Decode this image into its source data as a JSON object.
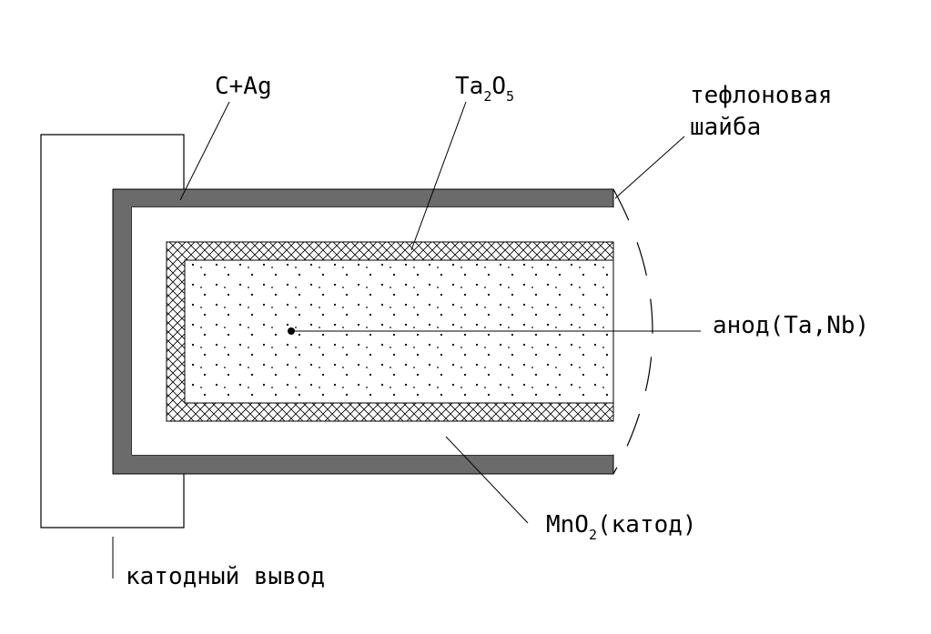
{
  "labels": {
    "c_ag": "C+Ag",
    "ta2o5": {
      "base": "Ta",
      "sub1": "2",
      "mid": "O",
      "sub2": "5"
    },
    "teflon_washer_line1": "тефлоновая",
    "teflon_washer_line2": "шайба",
    "anode": "анод(Ta,Nb)",
    "mno2": {
      "base": "MnO",
      "sub": "2",
      "rest": "(катод)"
    },
    "cathode_lead": "катодный вывод"
  },
  "colors": {
    "outer_shell": "#6b6b6b",
    "stroke": "#000000",
    "background": "#ffffff"
  }
}
